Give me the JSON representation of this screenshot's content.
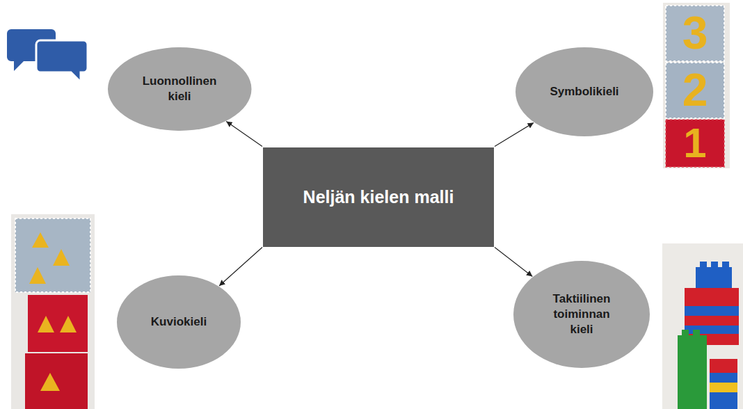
{
  "diagram": {
    "nodes": [
      {
        "text": [
          "Luonnollinen kieli"
        ]
      },
      {
        "text": [
          "Symbolikieli"
        ]
      },
      {
        "text": [
          "Neljän kielen malli"
        ]
      },
      {
        "text": [
          "Kuviokieli"
        ]
      },
      {
        "text": [
          "Taktiilinen toiminnan kieli"
        ]
      }
    ],
    "edges": [
      {
        "from": 2,
        "to": 0,
        "arrow": "to"
      },
      {
        "from": 2,
        "to": 1,
        "arrow": "to"
      },
      {
        "from": 2,
        "to": 3,
        "arrow": "to"
      },
      {
        "from": 2,
        "to": 4,
        "arrow": "to"
      }
    ],
    "labels": [
      "3",
      "2",
      "1"
    ]
  }
}
